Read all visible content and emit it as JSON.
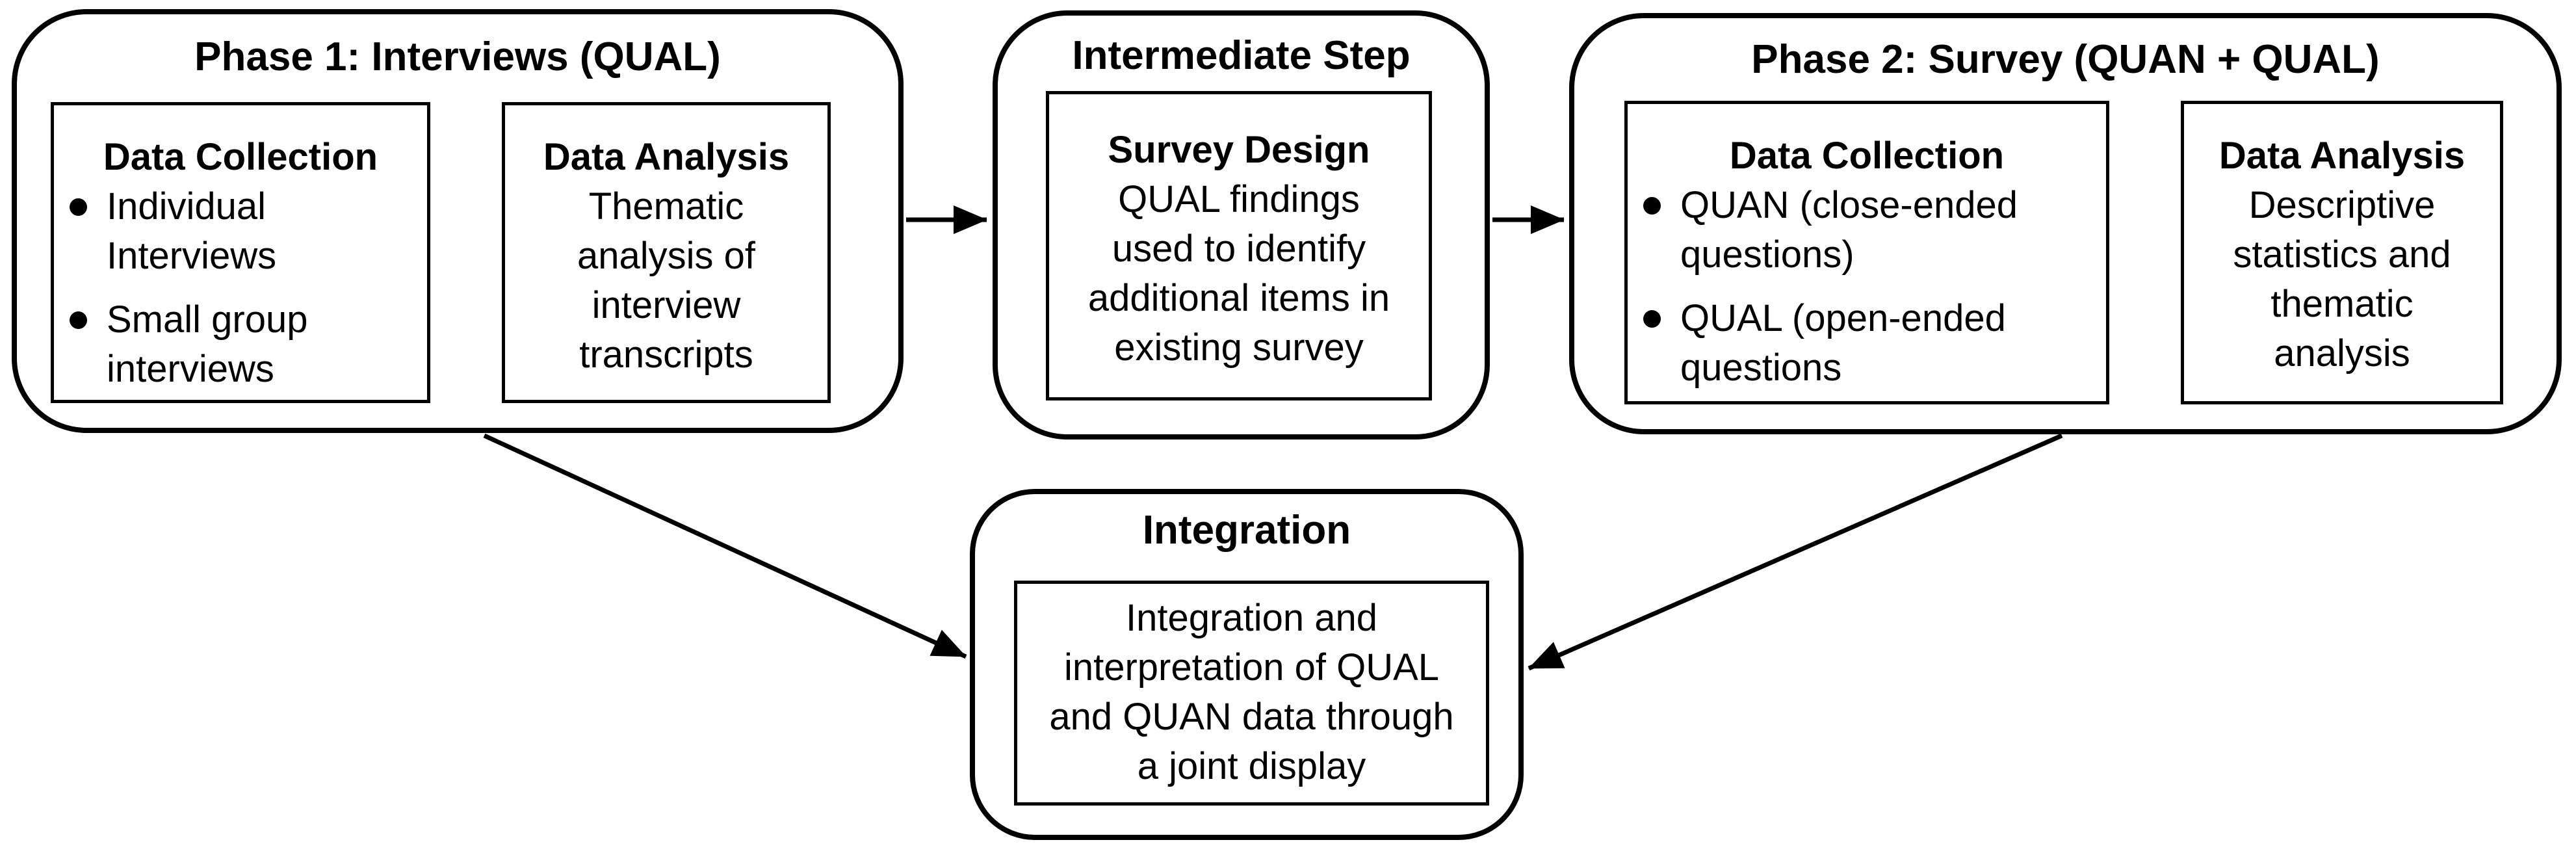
{
  "colors": {
    "background": "#ffffff",
    "line": "#000000",
    "text": "#000000"
  },
  "phase1": {
    "title": "Phase 1: Interviews (QUAL)",
    "data_collection": {
      "title": "Data Collection",
      "bullets": [
        {
          "text": "Individual Interviews",
          "lines": [
            "Individual",
            "Interviews"
          ]
        },
        {
          "text": "Small group interviews",
          "lines": [
            "Small group",
            "interviews"
          ]
        }
      ]
    },
    "data_analysis": {
      "title": "Data Analysis",
      "text": "Thematic analysis of interview transcripts",
      "lines": [
        "Thematic",
        "analysis of",
        "interview",
        "transcripts"
      ]
    }
  },
  "intermediate": {
    "title": "Intermediate Step",
    "survey_design": {
      "title": "Survey Design",
      "text": "QUAL findings used to identify additional items in existing survey",
      "lines": [
        "QUAL findings",
        "used to identify",
        "additional items in",
        "existing survey"
      ]
    }
  },
  "phase2": {
    "title": "Phase 2: Survey (QUAN + QUAL)",
    "data_collection": {
      "title": "Data Collection",
      "bullets": [
        {
          "text": "QUAN (close-ended questions)",
          "lines": [
            "QUAN (close-ended",
            "questions)"
          ]
        },
        {
          "text": "QUAL (open-ended questions",
          "lines": [
            "QUAL (open-ended",
            "questions"
          ]
        }
      ]
    },
    "data_analysis": {
      "title": "Data Analysis",
      "text": "Descriptive statistics and thematic analysis",
      "lines": [
        "Descriptive",
        "statistics and",
        "thematic",
        "analysis"
      ]
    }
  },
  "integration": {
    "title": "Integration",
    "box": {
      "text": "Integration and interpretation of QUAL and QUAN data through a joint display",
      "lines": [
        "Integration and",
        "interpretation of QUAL",
        "and QUAN data through",
        "a joint display"
      ]
    }
  },
  "connections": [
    {
      "from": "phase1",
      "to": "intermediate"
    },
    {
      "from": "intermediate",
      "to": "phase2"
    },
    {
      "from": "phase1",
      "to": "integration"
    },
    {
      "from": "phase2",
      "to": "integration"
    },
    {
      "from": "phase1-data-collection",
      "to": "phase1-data-analysis"
    },
    {
      "from": "phase2-data-collection",
      "to": "phase2-data-analysis"
    }
  ]
}
